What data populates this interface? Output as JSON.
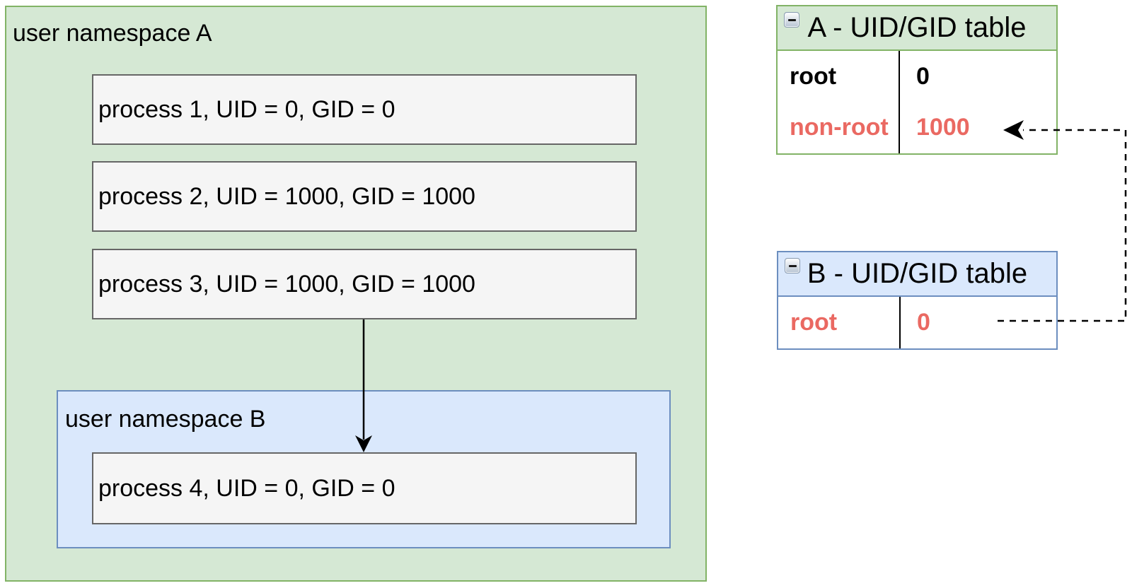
{
  "namespace_a": {
    "label": "user namespace A",
    "fill": "#d5e8d4",
    "border": "#82b366",
    "processes": [
      {
        "label": "process 1, UID = 0, GID = 0"
      },
      {
        "label": "process 2, UID = 1000, GID = 1000"
      },
      {
        "label": "process 3, UID = 1000, GID = 1000"
      }
    ]
  },
  "namespace_b": {
    "label": "user namespace B",
    "fill": "#dae8fc",
    "border": "#6c8ebf",
    "processes": [
      {
        "label": "process 4, UID = 0, GID = 0"
      }
    ]
  },
  "process_box_style": {
    "fill": "#f5f5f5",
    "border": "#666666"
  },
  "table_a": {
    "title": "A - UID/GID table",
    "collapse_icon": "minus-square",
    "header_fill": "#d5e8d4",
    "border": "#82b366",
    "rows": [
      {
        "user": "root",
        "id": "0",
        "color": "#000000"
      },
      {
        "user": "non-root",
        "id": "1000",
        "color": "#ea6962"
      }
    ]
  },
  "table_b": {
    "title": "B - UID/GID table",
    "collapse_icon": "minus-square",
    "header_fill": "#dae8fc",
    "border": "#6c8ebf",
    "rows": [
      {
        "user": "root",
        "id": "0",
        "color": "#ea6962"
      }
    ]
  },
  "connectors": {
    "spawn_arrow": {
      "style": "solid",
      "from": "process 3",
      "to": "process 4"
    },
    "mapping_arrow": {
      "style": "dashed",
      "from": "B root 0 row",
      "to": "A non-root 1000 row"
    }
  },
  "highlight_color": "#ea6962"
}
